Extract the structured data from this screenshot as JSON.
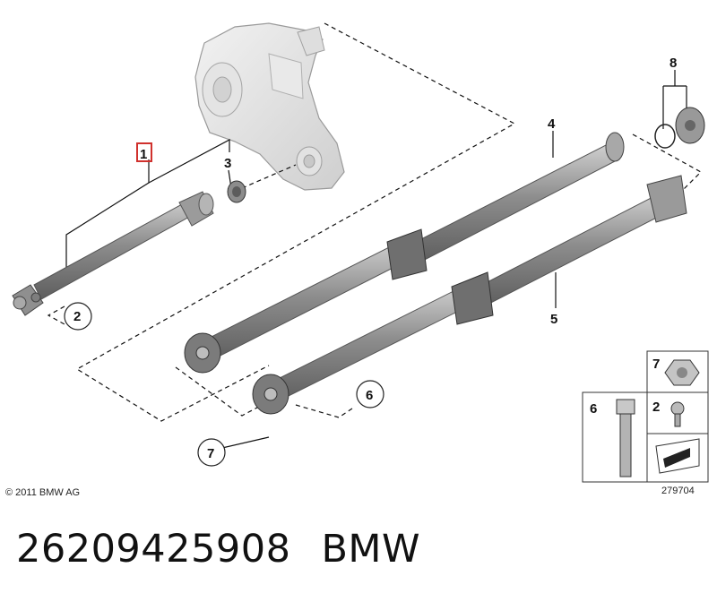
{
  "callouts": {
    "c1": "1",
    "c2": "2",
    "c3": "3",
    "c4": "4",
    "c5": "5",
    "c6": "6",
    "c7": "7",
    "c8": "8"
  },
  "legend": {
    "c7": "7",
    "c2": "2",
    "c6": "6",
    "image_number": "279704"
  },
  "copyright": "© 2011 BMW AG",
  "footer": {
    "part_number": "26209425908",
    "brand": "BMW"
  },
  "colors": {
    "highlight": "#d0312d",
    "shaft": "#8a8a8a",
    "line": "#111111"
  }
}
